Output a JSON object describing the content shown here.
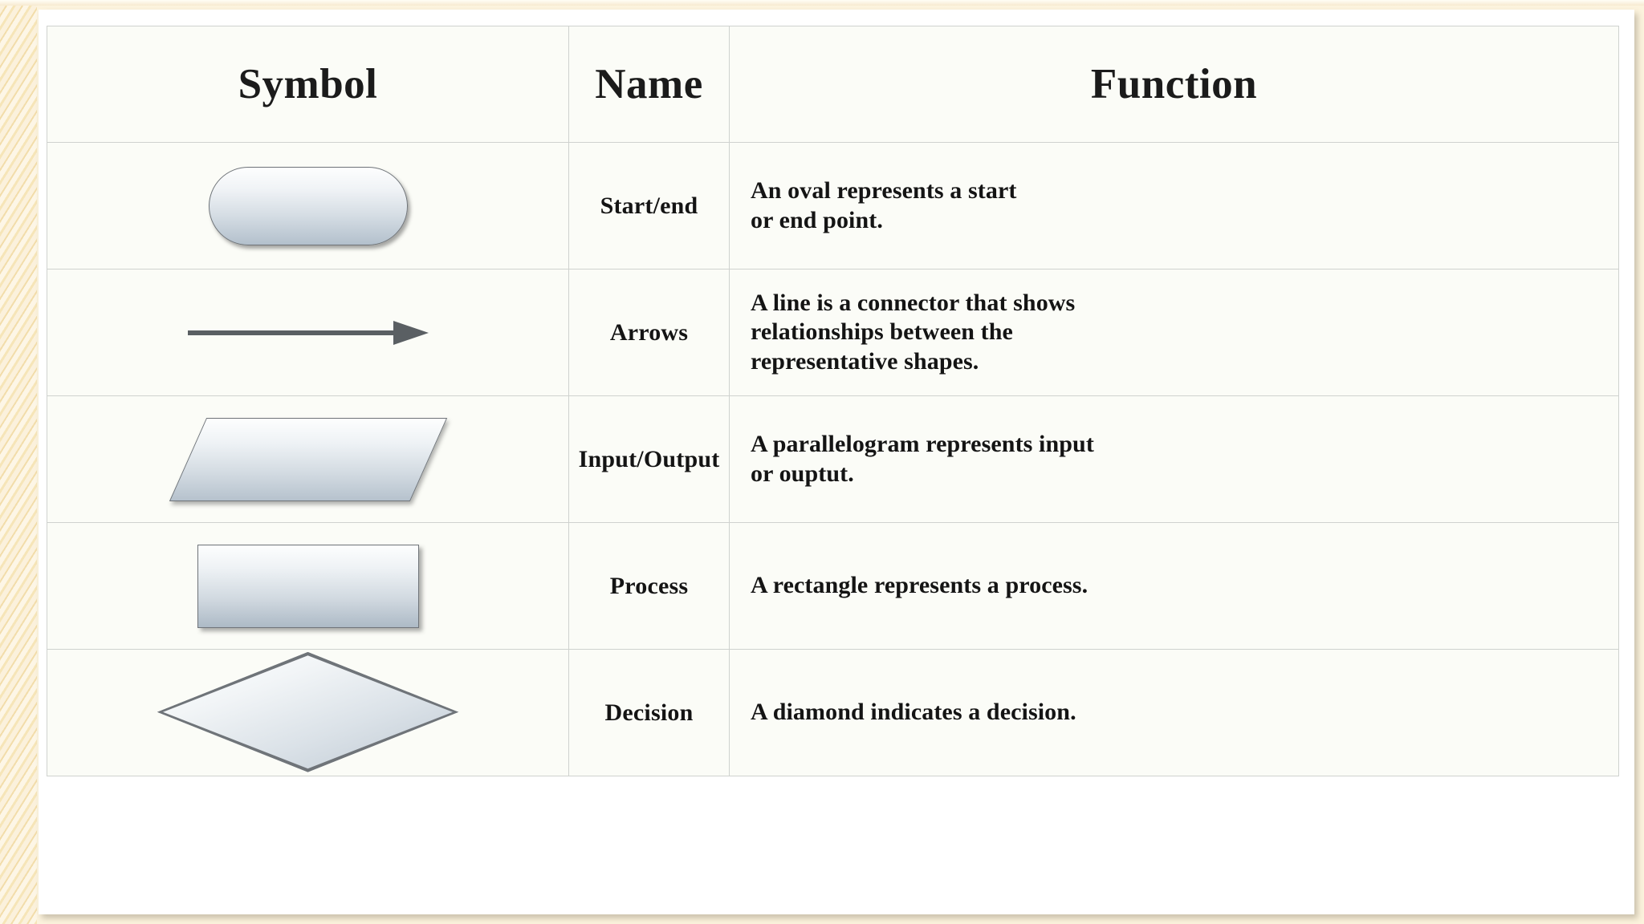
{
  "table": {
    "headers": [
      "Symbol",
      "Name",
      "Function"
    ],
    "rows": [
      {
        "shape": "rounded-rectangle-oval",
        "name": "Start/end",
        "function_lines": [
          "An oval represents a start",
          "or end point."
        ]
      },
      {
        "shape": "arrow-right",
        "name": "Arrows",
        "function_lines": [
          "A line is a connector that shows",
          "relationships between the",
          "representative shapes."
        ]
      },
      {
        "shape": "parallelogram",
        "name": "Input/Output",
        "function_lines": [
          "A parallelogram represents input",
          "or ouptut."
        ]
      },
      {
        "shape": "rectangle",
        "name": "Process",
        "function_lines": [
          "A rectangle represents a process."
        ]
      },
      {
        "shape": "diamond",
        "name": "Decision",
        "function_lines": [
          "A diamond indicates a decision."
        ]
      }
    ]
  },
  "colors": {
    "slide_background": "#fcf3dd",
    "panel_background": "#ffffff",
    "cell_background": "#fbfcf7",
    "grid_border": "#cfd2cf",
    "text": "#141414",
    "shape_fill_top": "#fdfefe",
    "shape_fill_bottom": "#b3c0cc",
    "shape_stroke": "#6f7479",
    "arrow_color": "#5a5f63"
  }
}
